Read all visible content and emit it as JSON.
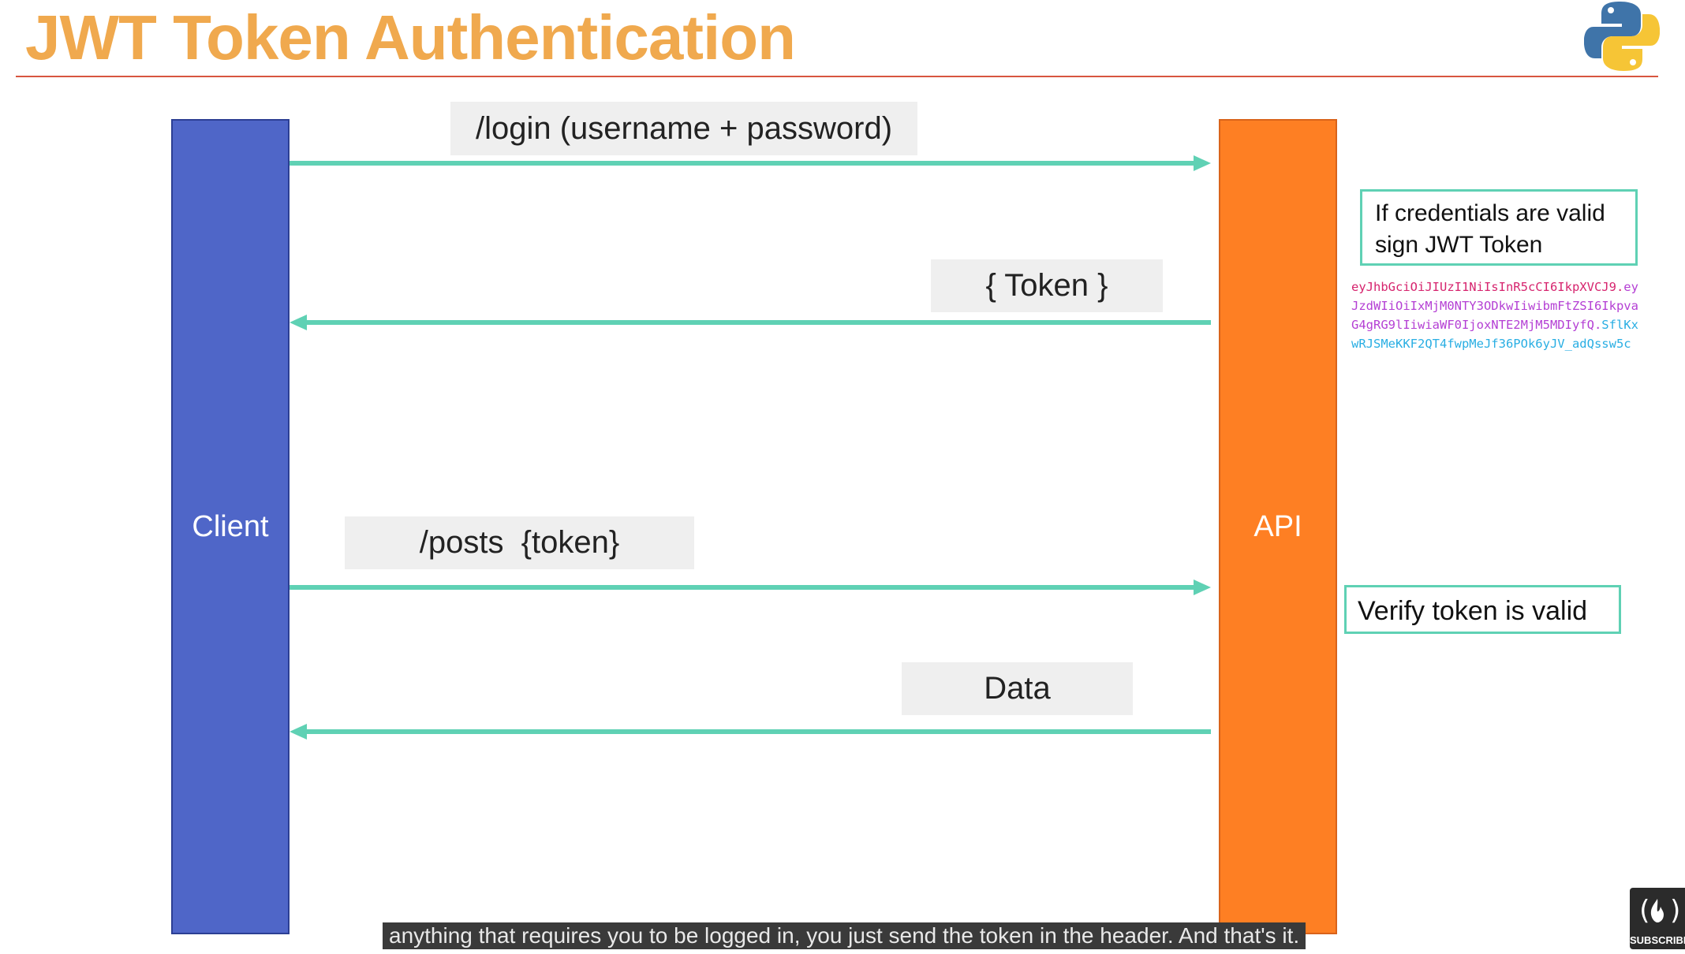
{
  "title": "JWT Token Authentication",
  "lanes": {
    "client": "Client",
    "api": "API"
  },
  "messages": {
    "login": "/login (username + password)",
    "token": "{ Token }",
    "posts": "/posts  {token}",
    "data": "Data"
  },
  "notes": {
    "credentials": "If credentials are valid sign JWT Token",
    "verify": "Verify token is valid"
  },
  "jwt_token": {
    "line1_red": "eyJhbGciOiJIUzI1NiIsInR5cCI6IkpXVCJ9",
    "line1_sep": ".",
    "line1_purple": "ey",
    "line2": "JzdWIiOiIxMjM0NTY3ODkwIiwibmFtZSI6Ikpva",
    "line3_purple": "G4gRG9lIiwiaWF0IjoxNTE2MjM5MDIyfQ",
    "line3_sep": ".",
    "line3_cyan": "SflKx",
    "line4": "wRJSMeKKF2QT4fwpMeJf36POk6yJV_adQssw5c"
  },
  "caption": "anything that requires you to be logged in, you just send the token in the header. And that's it.",
  "subscribe": "SUBSCRIBE",
  "colors": {
    "title": "#f0a94e",
    "client_lane": "#4f66c8",
    "api_lane": "#fe7f23",
    "arrow": "#5fd1b4",
    "rule": "#d8553f"
  },
  "icons": [
    "python-logo-icon",
    "freecodecamp-flame-icon"
  ]
}
